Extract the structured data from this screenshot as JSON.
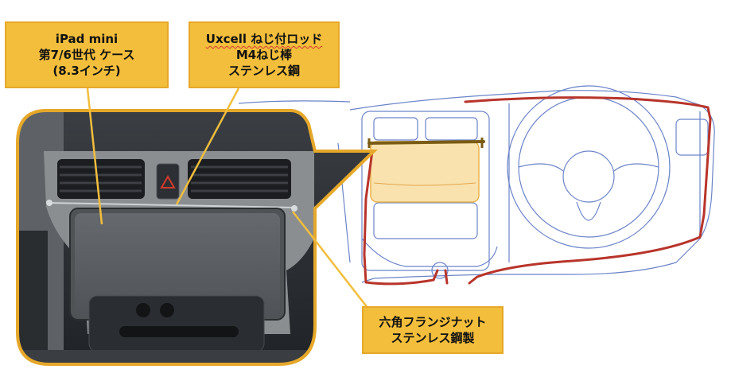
{
  "callouts": {
    "ipad_case": {
      "lines": [
        "iPad mini",
        "第7/6世代 ケース",
        "(8.3インチ)"
      ]
    },
    "threaded_rod": {
      "lines": [
        "Uxcell ねじ付ロッド",
        "M4ねじ棒",
        "ステンレス鋼"
      ]
    },
    "flange_nut": {
      "lines": [
        "六角フランジナット",
        "ステンレス鋼製"
      ]
    }
  },
  "colors": {
    "callout_fill": "#F2BE3C",
    "frame_border": "#E6A82A",
    "sketch_outline": "#6B84C9",
    "sketch_highlight": "#B8342A",
    "mount_area": "#F6D58C"
  }
}
